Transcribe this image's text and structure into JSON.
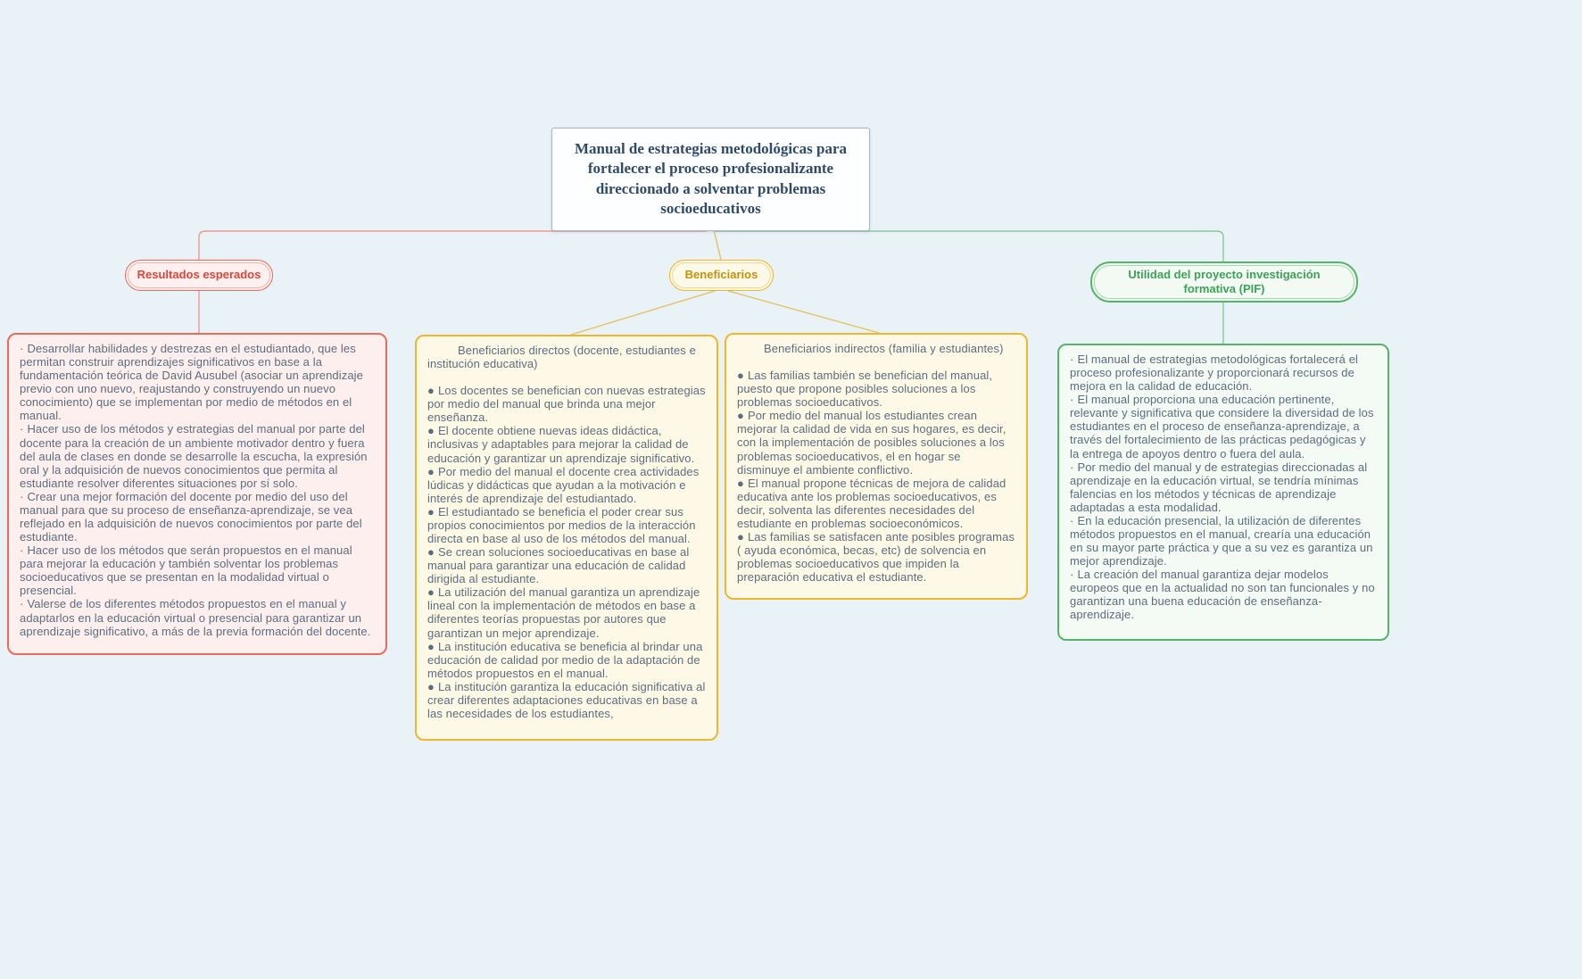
{
  "canvas": {
    "background": "#e9f2f7"
  },
  "root": {
    "title": "Manual de estrategias metodológicas para fortalecer el proceso profesionalizante direccionado a solventar problemas socioeducativos"
  },
  "colors": {
    "resultados": "#e0473c",
    "beneficiarios": "#c29307",
    "utilidad": "#3da257"
  },
  "branches": {
    "resultados": {
      "label": "Resultados esperados",
      "bullet": "·",
      "items": [
        "Desarrollar habilidades y destrezas en el estudiantado, que les permitan construir aprendizajes significativos en base a la fundamentación teórica de David Ausubel (asociar un aprendizaje previo con uno nuevo, reajustando y construyendo un nuevo conocimiento) que se implementan por medio de métodos en el manual.",
        "Hacer uso de los métodos y estrategias del manual por parte del docente para la creación de un ambiente motivador dentro y fuera del aula de clases en donde se desarrolle la escucha, la expresión oral y la adquisición de nuevos conocimientos que permita al estudiante resolver diferentes situaciones por sí solo.",
        "Crear una mejor formación del docente por medio del uso del manual para que su proceso de enseñanza-aprendizaje, se vea reflejado en la adquisición de nuevos conocimientos por parte del estudiante.",
        "Hacer uso de los métodos que serán propuestos en el manual para mejorar la educación y también solventar los problemas socioeducativos que se presentan en la modalidad virtual o presencial.",
        "Valerse de los diferentes métodos propuestos en el manual y adaptarlos en la educación virtual o presencial para garantizar un aprendizaje significativo, a más de la previa formación del docente."
      ]
    },
    "beneficiarios": {
      "label": "Beneficiarios",
      "directos": {
        "title": "Beneficiarios directos (docente, estudiantes e institución educativa)",
        "bullet": "●",
        "items": [
          "Los docentes se benefician con nuevas estrategias por medio del manual que brinda una mejor enseñanza.",
          "El docente obtiene nuevas ideas didáctica, inclusivas y adaptables para mejorar la calidad de educación y garantizar un aprendizaje significativo.",
          "Por medio del manual el docente crea actividades lúdicas y didácticas que ayudan a la motivación e interés de aprendizaje del estudiantado.",
          "El estudiantado se beneficia el poder crear sus propios conocimientos por medios de la interacción directa en base al uso de los métodos del manual.",
          "Se crean soluciones socioeducativas en base al manual para garantizar una educación de calidad dirigida al estudiante.",
          "La utilización del manual garantiza un aprendizaje lineal con la implementación de métodos en base a diferentes teorías propuestas por autores que garantizan un mejor aprendizaje.",
          "La institución educativa se beneficia al brindar una educación de calidad por medio de la adaptación de métodos propuestos en el manual.",
          "La institución garantiza la educación significativa al crear diferentes adaptaciones educativas en base a las necesidades de los estudiantes,"
        ]
      },
      "indirectos": {
        "title": "Beneficiarios indirectos (familia y estudiantes)",
        "bullet": "●",
        "items": [
          "Las familias también se benefician del manual, puesto que propone posibles soluciones a los problemas socioeducativos.",
          "Por medio del manual los estudiantes crean mejorar la calidad de vida en sus hogares, es decir, con la implementación de posibles soluciones a los problemas socioeducativos, el en hogar se disminuye el ambiente conflictivo.",
          "El manual propone técnicas de mejora de calidad educativa ante los problemas socioeducativos, es decir, solventa las diferentes necesidades del estudiante en problemas socioeconómicos.",
          "Las familias se satisfacen ante posibles programas ( ayuda económica, becas, etc) de solvencia en problemas socioeducativos que impiden la preparación educativa el estudiante."
        ]
      }
    },
    "utilidad": {
      "label": "Utilidad del proyecto investigación formativa (PIF)",
      "bullet": "·",
      "items": [
        "El manual de estrategias metodológicas fortalecerá el proceso profesionalizante y proporcionará recursos de mejora en la calidad de educación.",
        "El manual proporciona una educación pertinente, relevante y significativa que considere la diversidad de los estudiantes en el proceso de enseñanza-aprendizaje, a través del fortalecimiento de las prácticas pedagógicas y la entrega de apoyos dentro o fuera del aula.",
        "Por medio del manual y de estrategias direccionadas al aprendizaje en la educación virtual, se tendría mínimas falencias en los métodos y técnicas de aprendizaje adaptadas a esta modalidad.",
        "En la educación presencial, la utilización de diferentes métodos propuestos en el manual, crearía una educación en su mayor parte práctica y que a su vez es garantiza un mejor aprendizaje.",
        "La creación del manual garantiza dejar modelos europeos que en la actualidad no son tan funcionales y no garantizan una buena educación de enseñanza-aprendizaje."
      ]
    }
  }
}
